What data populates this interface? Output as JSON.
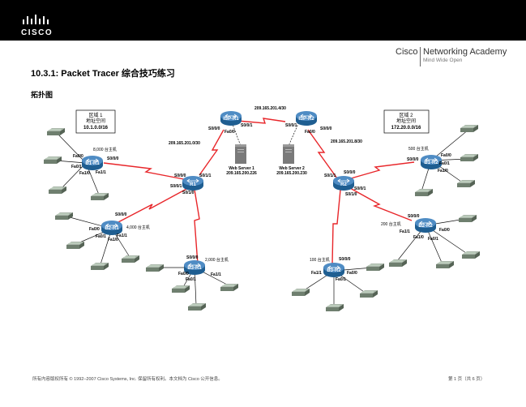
{
  "header": {
    "logo_text": "CISCO",
    "academy_cisco": "Cisco",
    "academy_name": "Networking Academy",
    "academy_tagline": "Mind Wide Open"
  },
  "document": {
    "title": "10.3.1: Packet Tracer 综合技巧练习",
    "section": "拓扑图"
  },
  "topology": {
    "area1": {
      "line1": "区域 1",
      "line2": "地址空间",
      "line3": "10.1.0.0/16"
    },
    "area2": {
      "line1": "区域 2",
      "line2": "地址空间",
      "line3": "172.20.0.0/16"
    },
    "routers": {
      "isp_r1": "ISP-R1",
      "isp_r2": "ISP-R2",
      "r1": "R1",
      "r2": "R2",
      "b1_r1": "B1-R1",
      "b2_r1": "B2-R1",
      "b3_r1": "B3-R1",
      "b1_r2": "B1-R2",
      "b2_r2": "B2-R2",
      "b3_r2": "B3-R2"
    },
    "networks": {
      "isp_link": "209.165.201.4/30",
      "r1_isp": "209.165.201.0/30",
      "r2_isp": "209.165.201.8/30"
    },
    "servers": {
      "ws1_name": "Web Server 1",
      "ws1_ip": "209.165.200.226",
      "ws2_name": "Web Server 2",
      "ws2_ip": "209.165.200.230"
    },
    "hosts": {
      "b1_r1": "8,000 台主机",
      "b2_r1": "4,000 台主机",
      "b3_r1": "2,000 台主机",
      "b1_r2": "500 台主机",
      "b2_r2": "200 台主机",
      "b3_r2": "100 台主机"
    },
    "interfaces": {
      "isp_r1_s000": "S0/0/0",
      "isp_r1_s001": "S0/0/1",
      "isp_r1_fa00": "Fa0/0",
      "isp_r2_s001": "S0/0/1",
      "isp_r2_s000": "S0/0/0",
      "isp_r2_fa00": "Fa0/0",
      "r1_s000": "S0/0/0",
      "r1_s011": "S0/1/1",
      "r1_s001": "S0/0/1",
      "r1_s010": "S0/1/0",
      "r2_s011": "S0/1/1",
      "r2_s000": "S0/0/0",
      "r2_s001": "S0/0/1",
      "r2_s010": "S0/1/0",
      "b1r1_fa00": "Fa0/0",
      "b1r1_s000": "S0/0/0",
      "b1r1_fa01": "Fa0/1",
      "b1r1_fa10": "Fa1/0",
      "b1r1_fa11": "Fa1/1",
      "b2r1_s000": "S0/0/0",
      "b2r1_fa00": "Fa0/0",
      "b2r1_fa01": "Fa0/1",
      "b2r1_fa11": "Fa1/1",
      "b2r1_fa10": "Fa1/0",
      "b3r1_s000": "S0/0/0",
      "b3r1_fa00": "Fa0/0",
      "b3r1_fa01": "Fa0/1",
      "b3r1_fa11": "Fa1/1",
      "b1r2_fa00": "Fa0/0",
      "b1r2_s000": "S0/0/0",
      "b1r2_fa01": "Fa0/1",
      "b1r2_fa10": "Fa1/0",
      "b2r2_s000": "S0/0/0",
      "b2r2_fa00": "Fa0/0",
      "b2r2_fa11": "Fa1/1",
      "b2r2_fa10": "Fa1/0",
      "b2r2_fa01": "Fa0/1",
      "b3r2_s000": "S0/0/0",
      "b3r2_fa11": "Fa1/1",
      "b3r2_fa00": "Fa0/0",
      "b3r2_fa01": "Fa0/1"
    }
  },
  "footer": {
    "copyright": "所有内容版权所有 © 1992–2007 Cisco Systems, Inc. 保留所有权利。本文档为 Cisco 公开信息。",
    "page": "第 1 页（共 6 页）"
  }
}
